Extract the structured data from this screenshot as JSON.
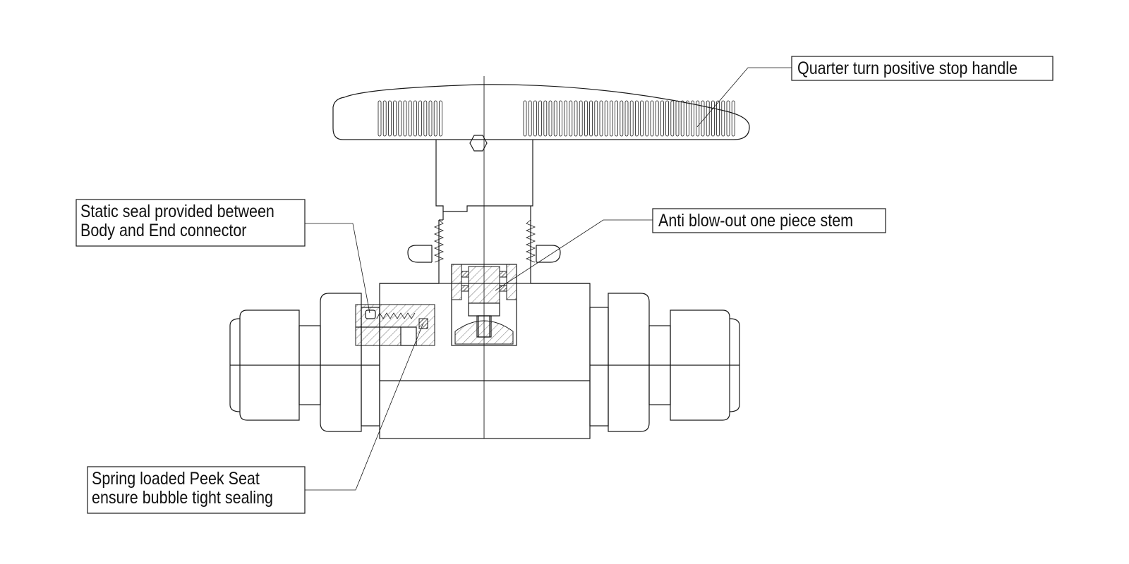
{
  "callouts": {
    "handle": "Quarter turn positive stop handle",
    "stem": "Anti blow-out one piece stem",
    "static_seal": "Static seal provided between\nBody and End connector",
    "seat": "Spring loaded Peek Seat\nensure bubble tight sealing"
  }
}
